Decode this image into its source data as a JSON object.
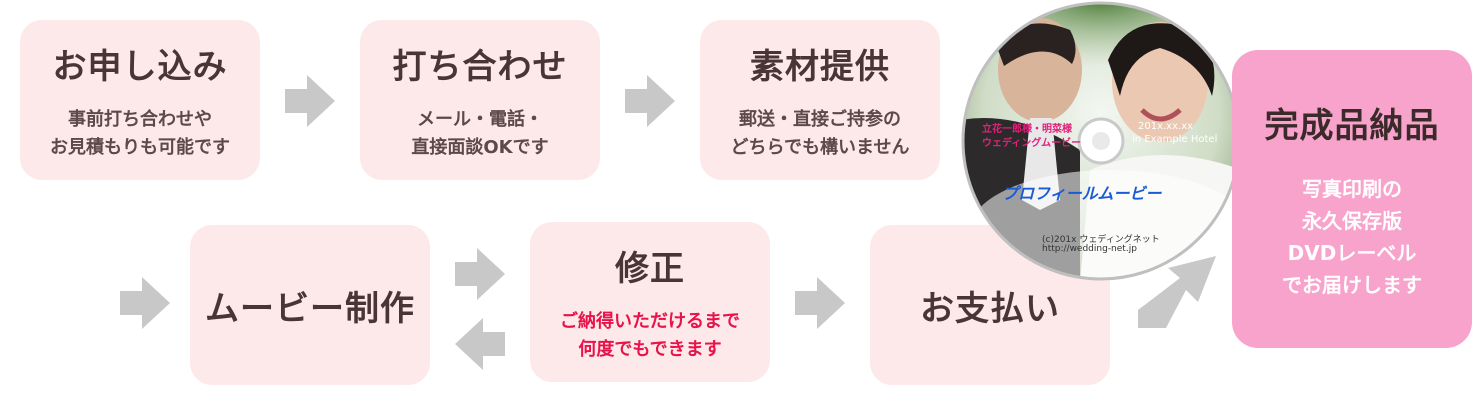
{
  "steps": {
    "apply": {
      "title": "お申し込み",
      "desc": "事前打ち合わせや\nお見積もりも可能です"
    },
    "meeting": {
      "title": "打ち合わせ",
      "desc": "メール・電話・\n直接面談OKです"
    },
    "material": {
      "title": "素材提供",
      "desc": "郵送・直接ご持参の\nどちらでも構いません"
    },
    "production": {
      "title": "ムービー制作"
    },
    "revision": {
      "title": "修正",
      "desc": "ご納得いただけるまで\n何度でもできます"
    },
    "payment": {
      "title": "お支払い"
    },
    "delivery": {
      "title": "完成品納品",
      "desc": "写真印刷の\n永久保存版\nDVDレーベル\nでお届けします"
    }
  },
  "dvd": {
    "names": "立花一郎様・明菜様",
    "subtitle": "ウェディングムービー",
    "date": "201x.xx.xx",
    "venue": "in Example Hotel",
    "label": "プロフィールムービー",
    "credit": "(c)201x ウェディングネット",
    "url": "http://wedding-net.jp"
  },
  "colors": {
    "box": "#fde9e9",
    "final": "#f8a3cb",
    "accent_red": "#e8134a",
    "arrow": "#c8c8c8",
    "dvd_blue": "#1a5bd6",
    "dvd_pink": "#e0207a"
  }
}
